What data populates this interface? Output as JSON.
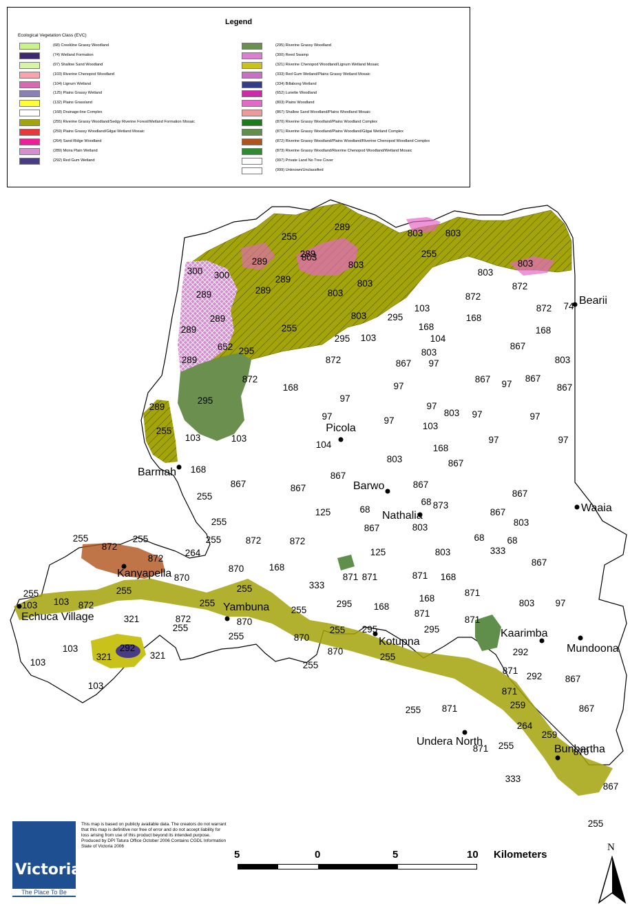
{
  "legend": {
    "title": "Legend",
    "subtitle": "Ecological Vegetation Class (EVC)",
    "left_items": [
      {
        "label": "(68) Creekline Grassy Woodland",
        "color": "#c8f28a"
      },
      {
        "label": "(74) Wetland Formation",
        "color": "#3b2a6e"
      },
      {
        "label": "(97) Shallow Sand Woodland",
        "color": "#d6f5a6"
      },
      {
        "label": "(103) Riverine Chenopod Woodland",
        "color": "#f7a4ad"
      },
      {
        "label": "(104) Lignum Wetland",
        "color": "#d66bb3"
      },
      {
        "label": "(125) Plains Grassy Wetland",
        "color": "#8b7fb8"
      },
      {
        "label": "(132) Plains Grassland",
        "color": "#ffff33"
      },
      {
        "label": "(168) Drainage-line Complex",
        "color": "#ffffff"
      },
      {
        "label": "(255) Riverine Grassy Woodland/Sedgy Riverine Forest/Wetland Formation Mosaic",
        "color": "#a3a30a"
      },
      {
        "label": "(259) Plains Grassy Woodland/Gilgai Wetland Mosaic",
        "color": "#e8383b"
      },
      {
        "label": "(264) Sand Ridge Woodland",
        "color": "#ee1d9a"
      },
      {
        "label": "(289) Moira Plain Wetland",
        "color": "#d58fd0"
      },
      {
        "label": "(292) Red Gum Wetland",
        "color": "#4a3b86"
      }
    ],
    "right_items": [
      {
        "label": "(295) Riverine Grassy Woodland",
        "color": "#6a8f4f"
      },
      {
        "label": "(300) Reed Swamp",
        "color": "#dd7fcf"
      },
      {
        "label": "(321) Riverine Chenopod Woodland/Lignum Wetland Mosaic",
        "color": "#c9c21a"
      },
      {
        "label": "(333) Red Gum Wetland/Plains Grassy Wetland Mosaic",
        "color": "#c772c0"
      },
      {
        "label": "(334) Billabong Wetland",
        "color": "#343c8a"
      },
      {
        "label": "(652) Lunette Woodland",
        "color": "#cc2aa8"
      },
      {
        "label": "(803) Plains Woodland",
        "color": "#e468c6"
      },
      {
        "label": "(867) Shallow Sand Woodland/Plains Woodland Mosaic",
        "color": "#ef9a9a"
      },
      {
        "label": "(870) Riverine Grassy Woodland/Plains Woodland Complex",
        "color": "#1b7a1b"
      },
      {
        "label": "(871) Riverine Grassy Woodland/Plains Woodland/Gilgai Wetland Complex",
        "color": "#5f8f4a"
      },
      {
        "label": "(872) Riverine Grassy Woodland/Plains Woodland/Riverine Chenopod Woodland Complex",
        "color": "#b0521b"
      },
      {
        "label": "(873) Riverine Grassy Woodland/Riverine Chenopod Woodland/Wetland Mosaic",
        "color": "#2e8b2e"
      },
      {
        "label": "(997) Private Land No Tree Cover",
        "color": "#ffffff"
      },
      {
        "label": "(999) Unknown/Unclassified",
        "color": "#ffffff"
      }
    ]
  },
  "places": [
    {
      "name": "Bearii"
    },
    {
      "name": "Picola"
    },
    {
      "name": "Barmah"
    },
    {
      "name": "Barwo"
    },
    {
      "name": "Nathalia"
    },
    {
      "name": "Waaia"
    },
    {
      "name": "Kanyapella"
    },
    {
      "name": "Yambuna"
    },
    {
      "name": "Echuca Village"
    },
    {
      "name": "Kotupna"
    },
    {
      "name": "Kaarimba"
    },
    {
      "name": "Mundoona"
    },
    {
      "name": "Undera North"
    },
    {
      "name": "Bunbartha"
    }
  ],
  "evc_labels": [
    "255",
    "289",
    "803",
    "300",
    "872",
    "74",
    "295",
    "168",
    "652",
    "103",
    "97",
    "867",
    "104",
    "125",
    "68",
    "873",
    "333",
    "264",
    "871",
    "870",
    "321",
    "292",
    "259"
  ],
  "disclaimer": "This map is based on publicly available data. The creators do not warrant that this map is definitive nor free of error and do not accept liability for loss arising from use of this product beyond its intended purpose. Produced by DPI Tatura Office October 2006 Contains CGDL Information State of Victoria 2006",
  "logo": {
    "text": "Victoria",
    "tagline": "The Place To Be"
  },
  "scale": {
    "ticks": [
      "5",
      "0",
      "5",
      "10"
    ],
    "unit": "Kilometers"
  },
  "north": {
    "label": "N"
  },
  "colors": {
    "riverine_mosaic": "#a3a30a",
    "moira": "#d58fd0",
    "plains_woodland": "#e468c6",
    "grassy": "#6a8f4f",
    "chenopod": "#b0521b"
  }
}
